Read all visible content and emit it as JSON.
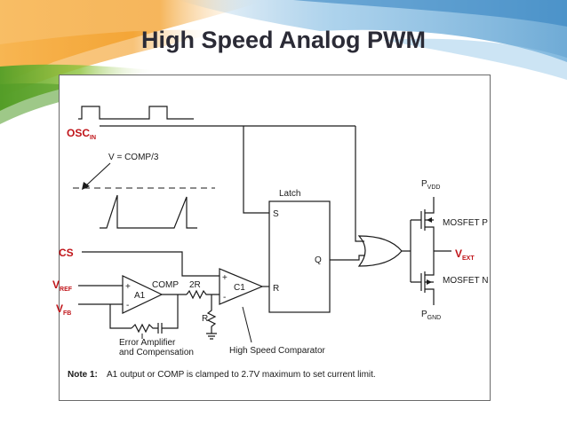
{
  "slide": {
    "title": "High Speed Analog PWM",
    "background_colors": {
      "orange": "#f29a1e",
      "green": "#78b22a",
      "blue": "#3f8fc8"
    }
  },
  "diagram": {
    "signals": {
      "osc_main": "OSC",
      "osc_sub": "IN",
      "cs": "CS",
      "vref_main": "V",
      "vref_sub": "REF",
      "vfb_main": "V",
      "vfb_sub": "FB",
      "vext_main": "V",
      "vext_sub": "EXT",
      "pvdd_main": "P",
      "pvdd_sub": "VDD",
      "pgnd_main": "P",
      "pgnd_sub": "GND"
    },
    "labels": {
      "v_comp": "V = COMP/3",
      "latch": "Latch",
      "s": "S",
      "r": "R",
      "q": "Q",
      "mosfet_p": "MOSFET P",
      "mosfet_n": "MOSFET N",
      "comp": "COMP",
      "two_r": "2R",
      "r_res": "R",
      "a1": "A1",
      "c1": "C1",
      "plus": "+",
      "minus": "-",
      "error_amp_1": "Error Amplifier",
      "error_amp_2": "and Compensation",
      "hs_comparator": "High Speed Comparator"
    },
    "note": {
      "label": "Note 1:",
      "text": "A1 output or COMP is clamped to 2.7V maximum to set current limit."
    },
    "colors": {
      "signal_red": "#c0151a",
      "wire": "#1a1a1a"
    }
  }
}
